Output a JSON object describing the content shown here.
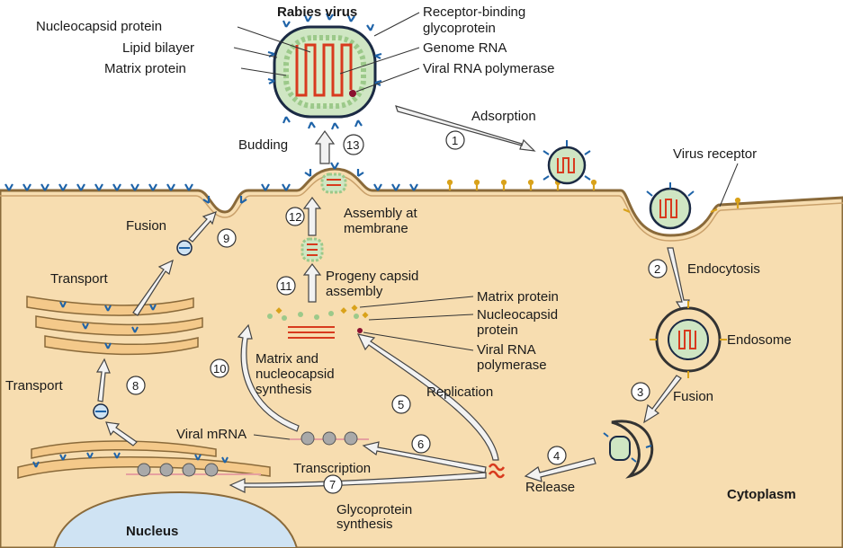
{
  "virus": {
    "title": "Rabies virus",
    "left_labels": [
      "Nucleocapsid protein",
      "Lipid bilayer",
      "Matrix protein"
    ],
    "right_labels": [
      "Receptor-binding",
      "glycoprotein",
      "Genome RNA",
      "Viral RNA polymerase"
    ]
  },
  "steps": {
    "s1": {
      "num": "1",
      "label": "Adsorption"
    },
    "s2": {
      "num": "2",
      "label": "Endocytosis"
    },
    "s3": {
      "num": "3",
      "label": "Fusion"
    },
    "s4": {
      "num": "4",
      "label": "Release"
    },
    "s5": {
      "num": "5",
      "label": "Replication"
    },
    "s6": {
      "num": "6",
      "label": "Transcription"
    },
    "s7": {
      "num": "7",
      "label_line1": "Glycoprotein",
      "label_line2": "synthesis"
    },
    "s8": {
      "num": "8",
      "label": "Transport"
    },
    "s9": {
      "num": "9",
      "label": "Fusion"
    },
    "s10": {
      "num": "10",
      "label_line1": "Matrix and",
      "label_line2": "nucleocapsid",
      "label_line3": "synthesis"
    },
    "s11": {
      "num": "11",
      "label_line1": "Progeny capsid",
      "label_line2": "assembly"
    },
    "s12": {
      "num": "12",
      "label_line1": "Assembly at",
      "label_line2": "membrane"
    },
    "s13": {
      "num": "13",
      "label": "Budding"
    }
  },
  "labels": {
    "virus_receptor": "Virus receptor",
    "endosome": "Endosome",
    "transport_upper": "Transport",
    "matrix_protein": "Matrix protein",
    "nucleocapsid_line1": "Nucleocapsid",
    "nucleocapsid_line2": "protein",
    "polymerase_line1": "Viral RNA",
    "polymerase_line2": "polymerase",
    "viral_mrna": "Viral mRNA",
    "cytoplasm": "Cytoplasm",
    "nucleus": "Nucleus"
  },
  "colors": {
    "cytoplasm": "#f7ddb0",
    "membrane": "#8a6a3a",
    "spike": "#1e63a8",
    "receptor": "#d9a21a",
    "rna": "#d83a1e",
    "nucleocapsid": "#9cc98a",
    "nucleus": "#cfe3f3"
  }
}
